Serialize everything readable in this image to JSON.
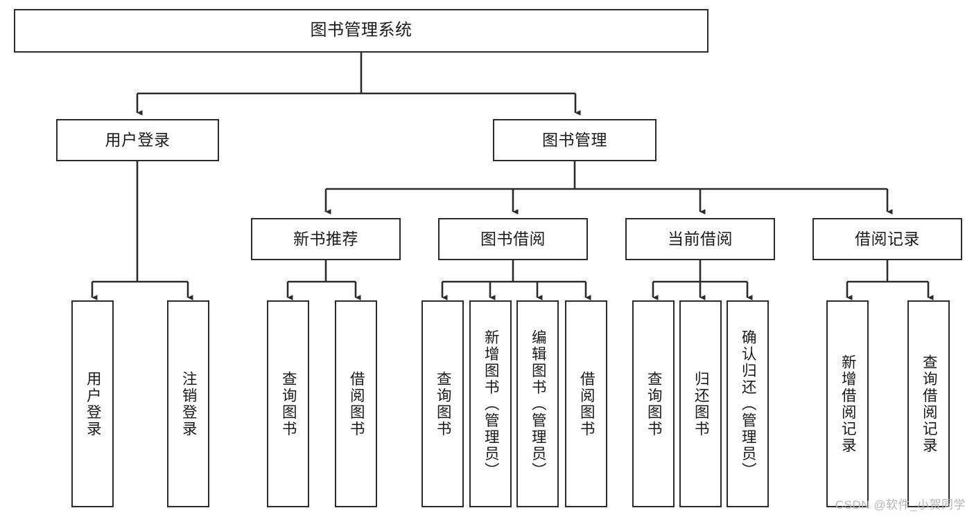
{
  "diagram": {
    "title": "图书管理系统",
    "type": "tree-hierarchy-chart",
    "colors": {
      "box_border": "#2b2b2b",
      "box_fill": "#ffffff",
      "connector": "#2b2b2b",
      "text": "#1a1a1a",
      "watermark": "#b6b6b6",
      "background": "#ffffff"
    },
    "root": {
      "label": "图书管理系统"
    },
    "level2": [
      {
        "label": "用户登录"
      },
      {
        "label": "图书管理"
      }
    ],
    "level3": [
      {
        "label": "新书推荐"
      },
      {
        "label": "图书借阅"
      },
      {
        "label": "当前借阅"
      },
      {
        "label": "借阅记录"
      }
    ],
    "leaves": {
      "user_login": [
        {
          "label": "用户登录"
        },
        {
          "label": "注销登录"
        }
      ],
      "new_book_recommend": [
        {
          "label": "查询图书"
        },
        {
          "label": "借阅图书"
        }
      ],
      "book_borrow": [
        {
          "label": "查询图书"
        },
        {
          "label": "新增图书（管理员）"
        },
        {
          "label": "编辑图书（管理员）"
        },
        {
          "label": "借阅图书"
        }
      ],
      "current_borrow": [
        {
          "label": "查询图书"
        },
        {
          "label": "归还图书"
        },
        {
          "label": "确认归还（管理员）"
        }
      ],
      "borrow_record": [
        {
          "label": "新增借阅记录"
        },
        {
          "label": "查询借阅记录"
        }
      ]
    }
  },
  "watermark": {
    "text": "CSDN @软件_小贺同学"
  }
}
